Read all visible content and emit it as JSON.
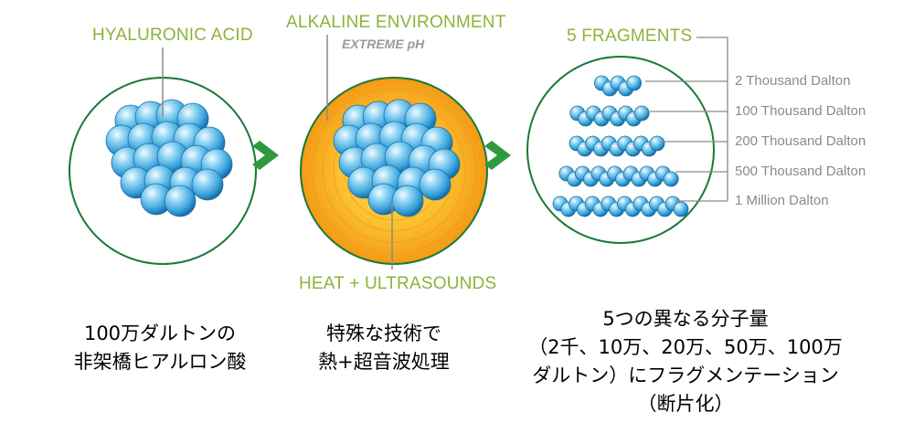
{
  "stage1": {
    "label": "HYALURONIC ACID",
    "caption_lines": [
      "100万ダルトンの",
      "非架橋ヒアルロン酸"
    ]
  },
  "stage2": {
    "label": "ALKALINE ENVIRONMENT",
    "sublabel": "EXTREME pH",
    "bottom_label": "HEAT + ULTRASOUNDS",
    "caption_lines": [
      "特殊な技術で",
      "熱+超音波処理"
    ]
  },
  "stage3": {
    "label": "5 FRAGMENTS",
    "fragments": [
      "2 Thousand Dalton",
      "100 Thousand Dalton",
      "200 Thousand Dalton",
      "500 Thousand Dalton",
      "1 Million Dalton"
    ],
    "caption_lines": [
      "5つの異なる分子量",
      "（2千、10万、20万、50万、100万",
      "ダルトン）にフラグメンテーション",
      "（断片化）"
    ]
  },
  "colors": {
    "label_green": "#8db33a",
    "arrow_green": "#2e9a3e",
    "circle_outline": "#1a7a3a",
    "leader_line": "#8a8a8a",
    "heat_fill": "#f6b21a"
  },
  "icons": [
    "molecule-cluster-icon",
    "arrow-right-icon"
  ]
}
